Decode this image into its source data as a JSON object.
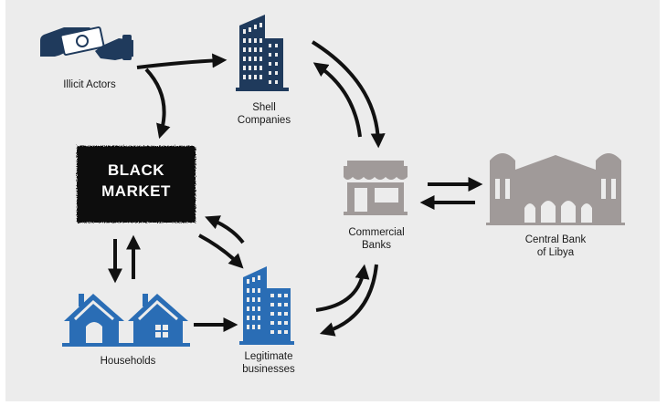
{
  "diagram": {
    "nodes": {
      "illicit_actors": {
        "label": "Illicit Actors",
        "icon": "money-handoff-icon"
      },
      "shell_companies": {
        "lines": [
          "Shell",
          "Companies"
        ],
        "icon": "office-building-icon"
      },
      "black_market": {
        "lines": [
          "BLACK",
          "MARKET"
        ]
      },
      "commercial_banks": {
        "lines": [
          "Commercial",
          "Banks"
        ],
        "icon": "storefront-icon"
      },
      "central_bank": {
        "lines": [
          "Central Bank",
          "of Libya"
        ],
        "icon": "central-bank-building-icon"
      },
      "households": {
        "label": "Households",
        "icon": "houses-icon"
      },
      "legitimate_businesses": {
        "lines": [
          "Legitimate",
          "businesses"
        ],
        "icon": "office-building-icon"
      }
    },
    "colors": {
      "background": "#ececec",
      "navy": "#1f3a5c",
      "blue": "#2a6db5",
      "grey_icon": "#a09a99",
      "black_market": "#111111",
      "arrow": "#111111"
    }
  }
}
